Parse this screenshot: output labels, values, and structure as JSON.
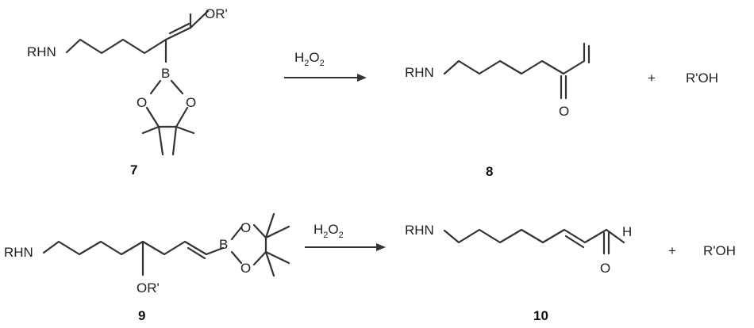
{
  "reaction1": {
    "substrate": {
      "amine_label": "RHN",
      "ether_label": "OR'",
      "boron_label": "B",
      "oxygen_top": "O",
      "oxygen_bottom": "O",
      "compound_number": "7"
    },
    "reagent": {
      "prefix": "H",
      "sub1": "2",
      "mid": "O",
      "sub2": "2"
    },
    "product": {
      "amine_label": "RHN",
      "carbonyl_label": "O",
      "compound_number": "8"
    },
    "plus": "+",
    "byproduct": "R'OH"
  },
  "reaction2": {
    "substrate": {
      "amine_label": "RHN",
      "ether_label": "OR'",
      "boron_label": "B",
      "oxygen_top": "O",
      "oxygen_bottom": "O",
      "compound_number": "9"
    },
    "reagent": {
      "prefix": "H",
      "sub1": "2",
      "mid": "O",
      "sub2": "2"
    },
    "product": {
      "amine_label": "RHN",
      "carbonyl_label": "O",
      "aldehyde_h": "H",
      "compound_number": "10"
    },
    "plus": "+",
    "byproduct": "R'OH"
  }
}
